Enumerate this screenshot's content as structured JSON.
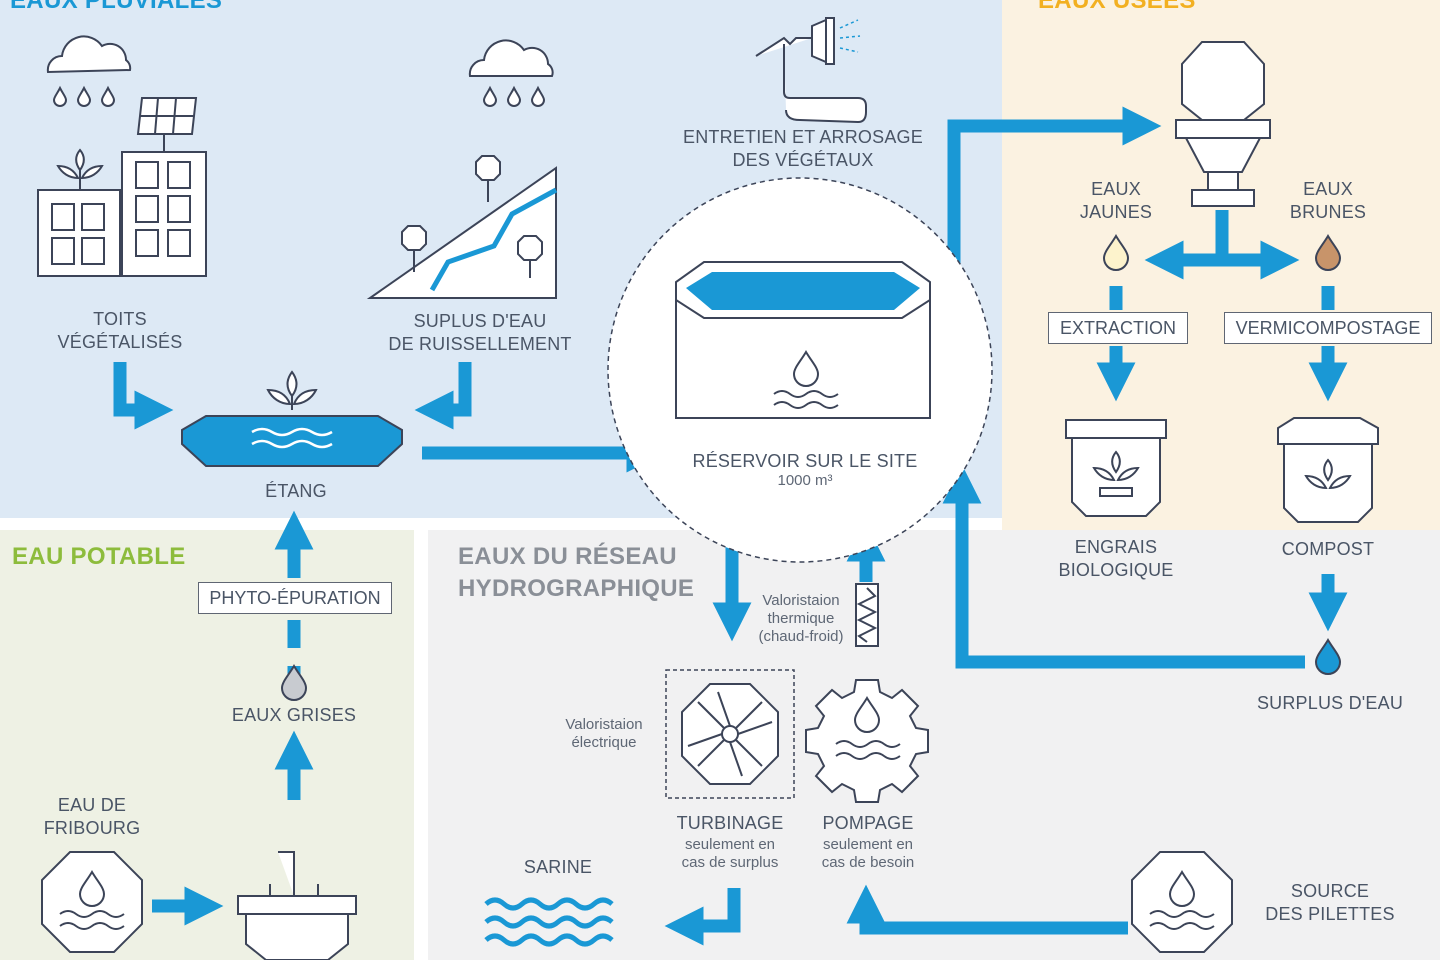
{
  "colors": {
    "rain_zone": "#dde9f5",
    "used_zone": "#fbf2e1",
    "potable_zone": "#eef1e4",
    "network_zone": "#f1f1f2",
    "arrow_blue": "#1a98d5",
    "line_dark": "#3c4458",
    "rain_title": "#1a98d5",
    "used_title": "#f2b021",
    "potable_title": "#8dbc3c",
    "network_title": "#8a8f97"
  },
  "zones": {
    "rain_title": "EAUX PLUVIALES",
    "used_title": "EAUX USÉES",
    "potable_title": "EAU POTABLE",
    "network_title_1": "EAUX DU RÉSEAU",
    "network_title_2": "HYDROGRAPHIQUE"
  },
  "labels": {
    "toits_1": "TOITS",
    "toits_2": "VÉGÉTALISÉS",
    "surplus_ruiss_1": "SUPLUS D'EAU",
    "surplus_ruiss_2": "DE RUISSELLEMENT",
    "etang": "ÉTANG",
    "entretien_1": "ENTRETIEN ET ARROSAGE",
    "entretien_2": "DES VÉGÉTAUX",
    "reservoir": "RÉSERVOIR SUR LE SITE",
    "reservoir_capacity": "1000 m³",
    "eaux_jaunes_1": "EAUX",
    "eaux_jaunes_2": "JAUNES",
    "eaux_brunes_1": "EAUX",
    "eaux_brunes_2": "BRUNES",
    "engrais_1": "ENGRAIS",
    "engrais_2": "BIOLOGIQUE",
    "compost": "COMPOST",
    "surplus_eau": "SURPLUS D'EAU",
    "eaux_grises": "EAUX GRISES",
    "eau_fribourg_1": "EAU DE",
    "eau_fribourg_2": "FRIBOURG",
    "valo_thermique_1": "Valoristaion",
    "valo_thermique_2": "thermique",
    "valo_thermique_3": "(chaud-froid)",
    "valo_electrique_1": "Valoristaion",
    "valo_electrique_2": "électrique",
    "turbinage": "TURBINAGE",
    "turbinage_note_1": "seulement en",
    "turbinage_note_2": "cas de surplus",
    "pompage": "POMPAGE",
    "pompage_note_1": "seulement en",
    "pompage_note_2": "cas de besoin",
    "sarine": "SARINE",
    "source_1": "SOURCE",
    "source_2": "DES PILETTES"
  },
  "boxes": {
    "extraction": "EXTRACTION",
    "vermicompostage": "VERMICOMPOSTAGE",
    "phyto": "PHYTO-ÉPURATION"
  },
  "icons": [
    "cloud-icon",
    "raindrops-icon",
    "solar-panel-icon",
    "green-roof-building-icon",
    "hillside-runoff-icon",
    "pond-icon",
    "tap-sprinkler-icon",
    "reservoir-tank-icon",
    "toilet-icon",
    "yellow-drop-icon",
    "brown-drop-icon",
    "fertilizer-bin-icon",
    "compost-bin-icon",
    "blue-drop-icon",
    "grey-drop-icon",
    "sink-icon",
    "water-source-icon",
    "turbine-icon",
    "heat-exchanger-icon",
    "pump-gear-icon",
    "river-waves-icon"
  ]
}
